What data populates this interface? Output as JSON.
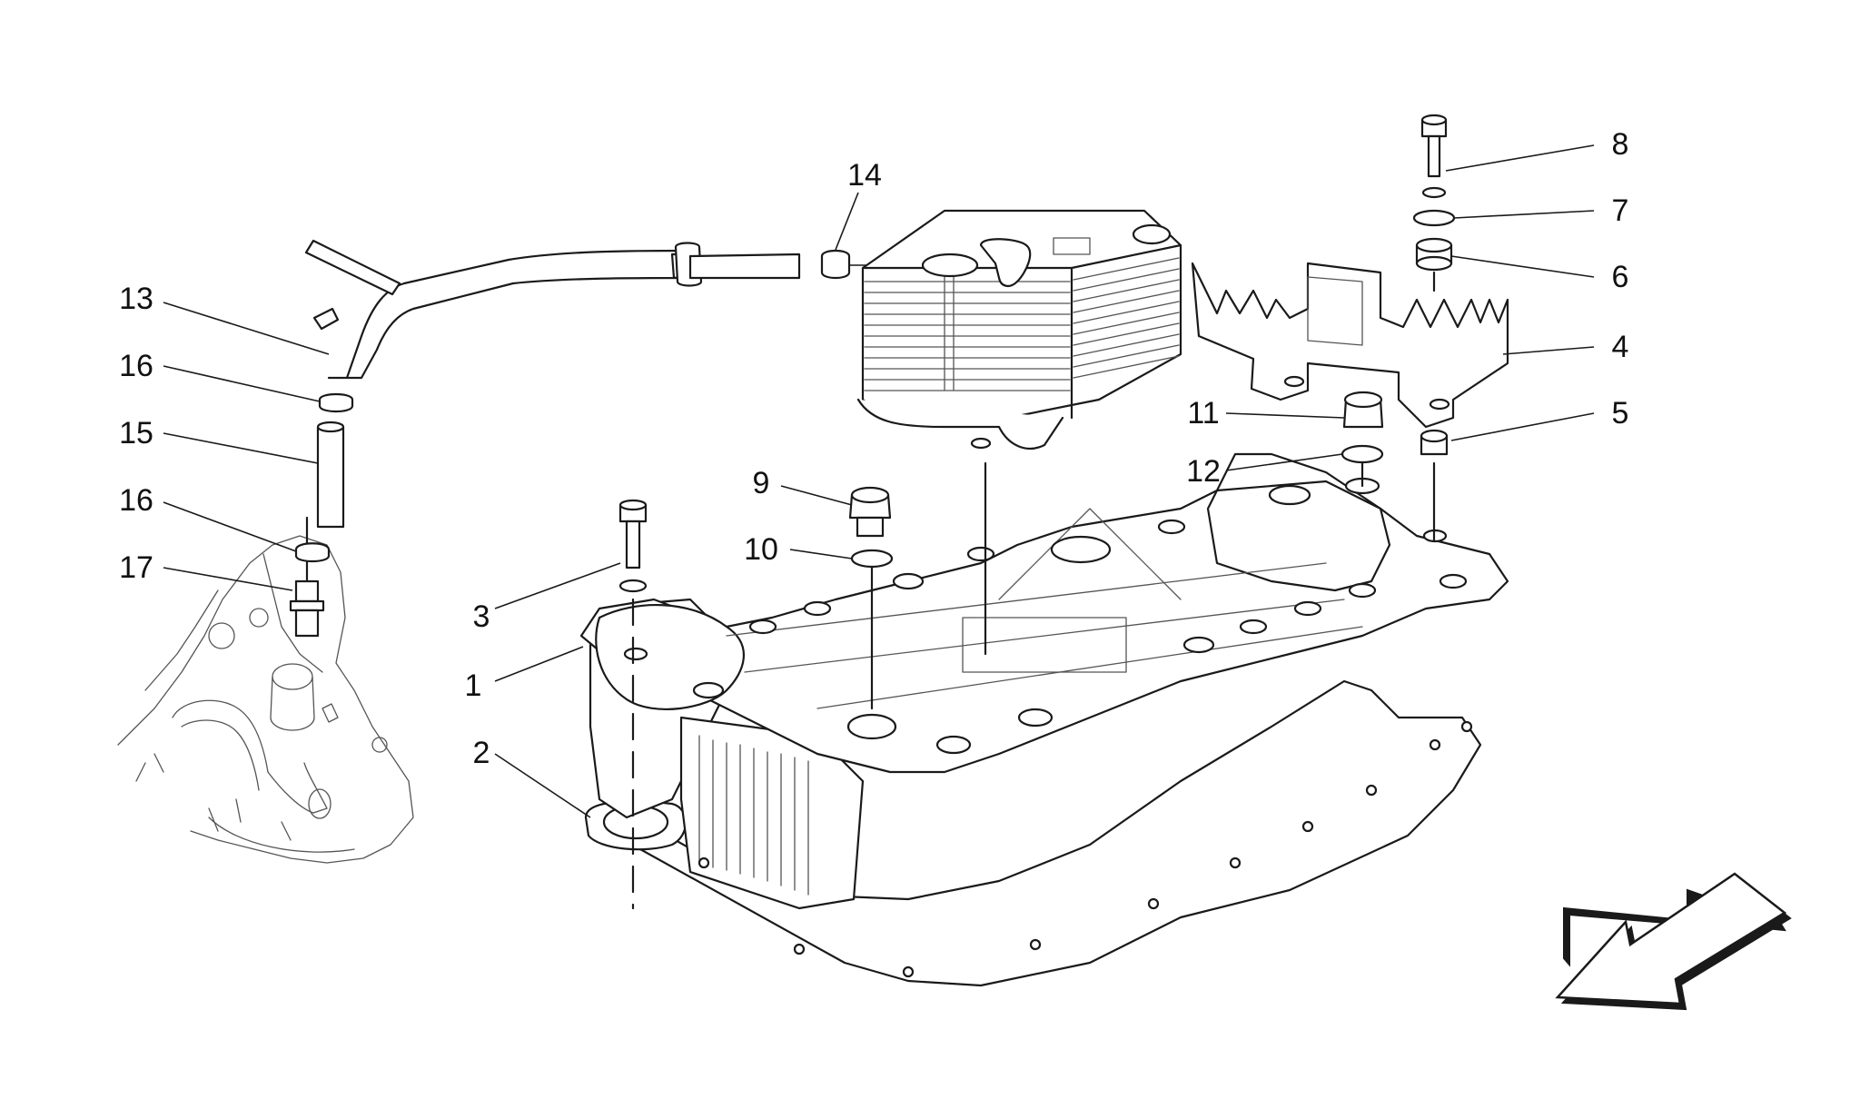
{
  "diagram": {
    "callouts": [
      {
        "id": "1",
        "label": "1"
      },
      {
        "id": "2",
        "label": "2"
      },
      {
        "id": "3",
        "label": "3"
      },
      {
        "id": "4",
        "label": "4"
      },
      {
        "id": "5",
        "label": "5"
      },
      {
        "id": "6",
        "label": "6"
      },
      {
        "id": "7",
        "label": "7"
      },
      {
        "id": "8",
        "label": "8"
      },
      {
        "id": "9",
        "label": "9"
      },
      {
        "id": "10",
        "label": "10"
      },
      {
        "id": "11",
        "label": "11"
      },
      {
        "id": "12",
        "label": "12"
      },
      {
        "id": "13",
        "label": "13"
      },
      {
        "id": "14",
        "label": "14"
      },
      {
        "id": "15",
        "label": "15"
      },
      {
        "id": "16a",
        "label": "16"
      },
      {
        "id": "16b",
        "label": "16"
      },
      {
        "id": "17",
        "label": "17"
      }
    ],
    "orientation_arrow": "direction-arrow-icon"
  }
}
